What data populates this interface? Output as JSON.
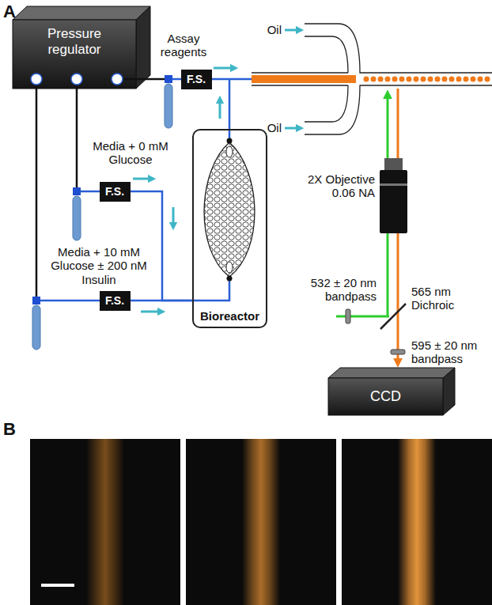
{
  "diagram": {
    "nodes": [
      {
        "text": [
          "Pressure regulator"
        ]
      },
      {
        "text": [
          "F.S."
        ]
      },
      {
        "text": [
          "Bioreactor"
        ]
      },
      {
        "text": [
          "F.S."
        ]
      },
      {
        "text": [
          "F.S."
        ]
      },
      {
        "text": [
          "CCD"
        ]
      }
    ],
    "edges": [
      {
        "from": 3,
        "to": 2,
        "arrow": "none"
      },
      {
        "from": 4,
        "to": 2,
        "arrow": "none"
      }
    ],
    "labels": [
      "A",
      "Assay reagents",
      "Oil",
      "Oil",
      "Media + 0 mM Glucose",
      "Media + 10 mM Glucose ± 200 nM Insulin",
      "2X Objective 0.06 NA",
      "532 ± 20 nm bandpass",
      "565 nm Dichroic",
      "595 ± 20 nm bandpass",
      "B"
    ]
  }
}
